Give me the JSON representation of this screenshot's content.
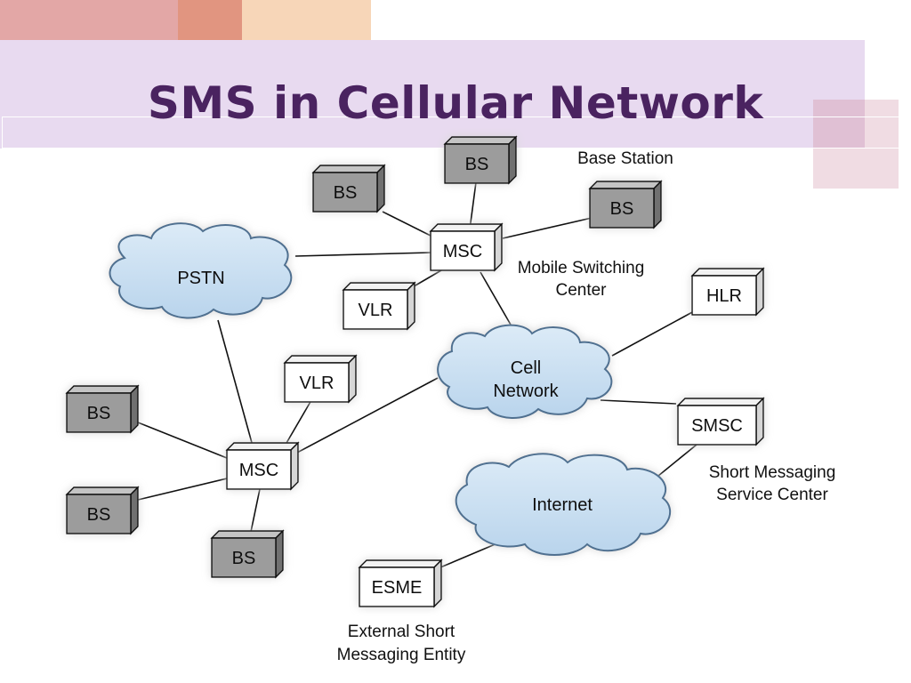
{
  "slide": {
    "title": "SMS in Cellular Network"
  },
  "diagram": {
    "nodes": {
      "bs_top": "BS",
      "bs_left_top": "BS",
      "bs_right_top": "BS",
      "msc_top": "MSC",
      "vlr_top": "VLR",
      "hlr": "HLR",
      "vlr_bottom": "VLR",
      "bs_left_1": "BS",
      "bs_left_2": "BS",
      "bs_bottom": "BS",
      "msc_bottom": "MSC",
      "smsc": "SMSC",
      "esme": "ESME"
    },
    "clouds": {
      "pstn": "PSTN",
      "cell_line1": "Cell",
      "cell_line2": "Network",
      "internet": "Internet"
    },
    "captions": {
      "base_station": "Base Station",
      "msc_line1": "Mobile Switching",
      "msc_line2": "Center",
      "smsc_line1": "Short Messaging",
      "smsc_line2": "Service Center",
      "esme_line1": "External Short",
      "esme_line2": "Messaging Entity"
    }
  },
  "colors": {
    "title": "#4a2360",
    "band": "#e8daf0",
    "cloud_fill": "#c9dff1",
    "cloud_stroke": "#5b7fa3",
    "gray_box": "#9a9a9a",
    "white_box": "#ffffff"
  }
}
